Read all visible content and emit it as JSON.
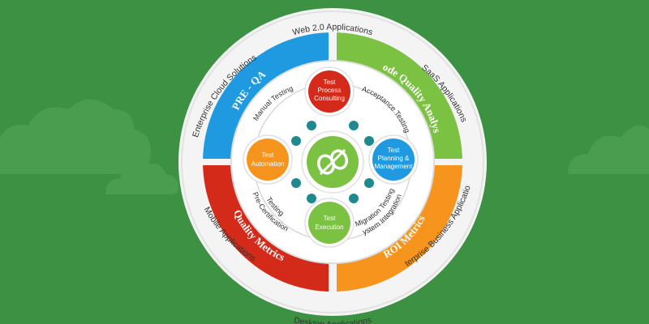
{
  "outer_ring": {
    "top": "Web 2.0 Applications",
    "upper_left": "Enterprise Cloud Solutions",
    "upper_right": "SaaS Applications",
    "lower_left": "Mobile Applications",
    "lower_right": "Enterprise Business Applications",
    "bottom": "Desktop Applications"
  },
  "quadrants": {
    "top_left": {
      "label": "PRE - QA",
      "color": "#1f9ae0"
    },
    "top_right": {
      "label": "Code Quality Analysis",
      "color": "#7cc242"
    },
    "bottom_left": {
      "label": "Quality Metrics",
      "color": "#d42a1a"
    },
    "bottom_right": {
      "label": "ROI Metrics",
      "color": "#f7941d"
    }
  },
  "inner_labels": {
    "manual_testing": "Manual Testing",
    "acceptance_testing": "Acceptance Testing",
    "pre_certification_line1": "Pre-Certification",
    "pre_certification_line2": "Testing",
    "system_integration_line1": "System Integration &",
    "system_integration_line2": "Migration Testing"
  },
  "nodes": {
    "top": {
      "line1": "Test",
      "line2": "Process",
      "line3": "Consulting",
      "color": "#d42a1a"
    },
    "left": {
      "line1": "Test",
      "line2": "Automation",
      "color": "#f7941d"
    },
    "right": {
      "line1": "Test",
      "line2": "Planning &",
      "line3": "Management",
      "color": "#1f9ae0"
    },
    "bottom": {
      "line1": "Test",
      "line2": "Execution",
      "color": "#7cc242"
    }
  },
  "center": {
    "icon": "chain-link-icon",
    "color": "#7cc242",
    "dot_color": "#1e8a8f"
  },
  "background": {
    "color": "#3d9142",
    "decor": "cloud-icon"
  }
}
